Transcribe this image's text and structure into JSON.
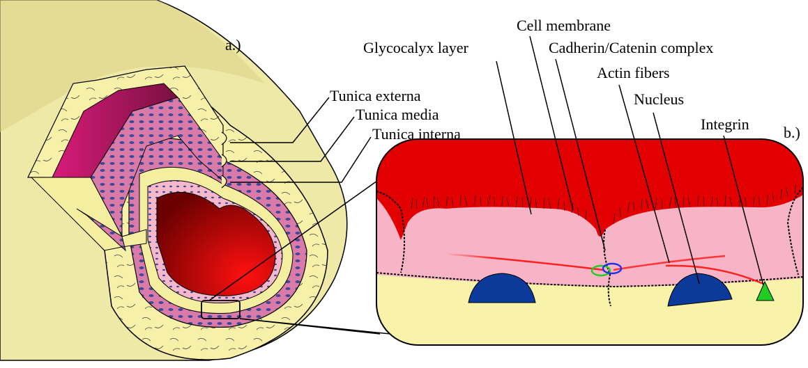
{
  "labels": {
    "panel_a": "a.)",
    "panel_b": "b.)",
    "tunica_externa": "Tunica externa",
    "tunica_media": "Tunica media",
    "tunica_interna": "Tunica interna",
    "glycocalyx": "Glycocalyx layer",
    "cell_membrane": "Cell membrane",
    "cadherin": "Cadherin/Catenin complex",
    "actin": "Actin fibers",
    "nucleus": "Nucleus",
    "integrin": "Integrin"
  },
  "colors": {
    "externa": "#f6f0a8",
    "media": "#d97aa8",
    "media_nuclei": "#3b4a9a",
    "interna": "#f7b8cc",
    "lumen_dark": "#8a0000",
    "lumen_light": "#e60000",
    "glycocalyx": "#e00000",
    "cytoplasm": "#f7b4c6",
    "basement": "#f8f3a8",
    "nucleus": "#0b3a9a",
    "integrin": "#22cc22",
    "actin": "#ff2020",
    "cadherin_green": "#22cc22",
    "cadherin_blue": "#2233ee"
  }
}
